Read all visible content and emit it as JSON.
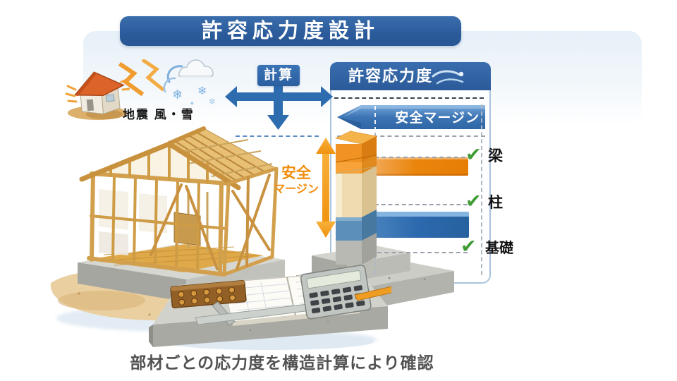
{
  "title": "許容応力度設計",
  "loads": {
    "label": "地震 風・雪",
    "icons": [
      "quake-house-icon",
      "lightning-icon",
      "snow-cloud-icon"
    ]
  },
  "calc_box": {
    "label": "計算"
  },
  "panel": {
    "header": {
      "title": "許容応力度",
      "icon": "wind-swirl-icon"
    },
    "safety_margin_bar": {
      "label": "安全マージン",
      "color": "#2e66a6"
    },
    "rows": [
      {
        "check": "✔",
        "label": "梁",
        "bar_color": "#ea850c"
      },
      {
        "check": "✔",
        "label": "柱",
        "bar_color": null
      },
      {
        "check": "✔",
        "label": "基礎",
        "bar_color": "#2c69ae"
      }
    ]
  },
  "margin_annotation": {
    "line1": "安全",
    "line2": "マージン",
    "color": "#f28d0e"
  },
  "caption": "部材ごとの応力度を構造計算により確認",
  "colors": {
    "banner_blue": "#2b5b9b",
    "accent_blue": "#2e6cb0",
    "orange": "#ea850c",
    "check_green": "#3f9c35",
    "wood": "#d9a94f",
    "concrete": "#c6c6c0",
    "sand": "#e6c893"
  }
}
